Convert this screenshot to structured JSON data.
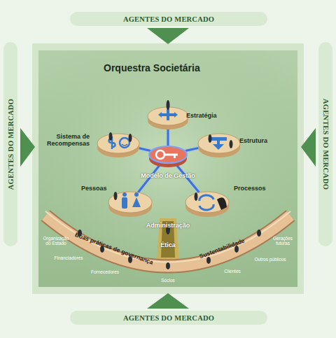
{
  "diagram": {
    "title": "Orquestra Societária",
    "nodes": [
      {
        "text": [
          "AGENTES DO MERCADO"
        ]
      },
      {
        "text": [
          "AGENTES DO MERCADO"
        ]
      },
      {
        "text": [
          "AGENTES DO MERCADO"
        ]
      },
      {
        "text": [
          "Estratégia"
        ]
      },
      {
        "text": [
          "Sistema de Recompensas"
        ]
      },
      {
        "text": [
          "Estrutura"
        ]
      },
      {
        "text": [
          "Modelo de Gestão"
        ]
      },
      {
        "text": [
          "Pessoas"
        ]
      },
      {
        "text": [
          "Processos"
        ]
      },
      {
        "text": [
          "Boas práticas de governança",
          "Sustentabilidade"
        ]
      },
      {
        "text": [
          "AGENTES DO MERCADO"
        ]
      }
    ],
    "edges": [
      {
        "from": 6,
        "to": 3,
        "arrow": "none"
      },
      {
        "from": 6,
        "to": 4,
        "arrow": "none"
      },
      {
        "from": 6,
        "to": 5,
        "arrow": "none"
      },
      {
        "from": 6,
        "to": 7,
        "arrow": "none"
      },
      {
        "from": 6,
        "to": 8,
        "arrow": "none"
      }
    ],
    "labels": [
      "Administração",
      "Ética",
      "Organização do Estado",
      "Gerações futuras",
      "Financiadores",
      "Outros públicos",
      "Fornecedores",
      "Clientes",
      "Sócios"
    ]
  }
}
